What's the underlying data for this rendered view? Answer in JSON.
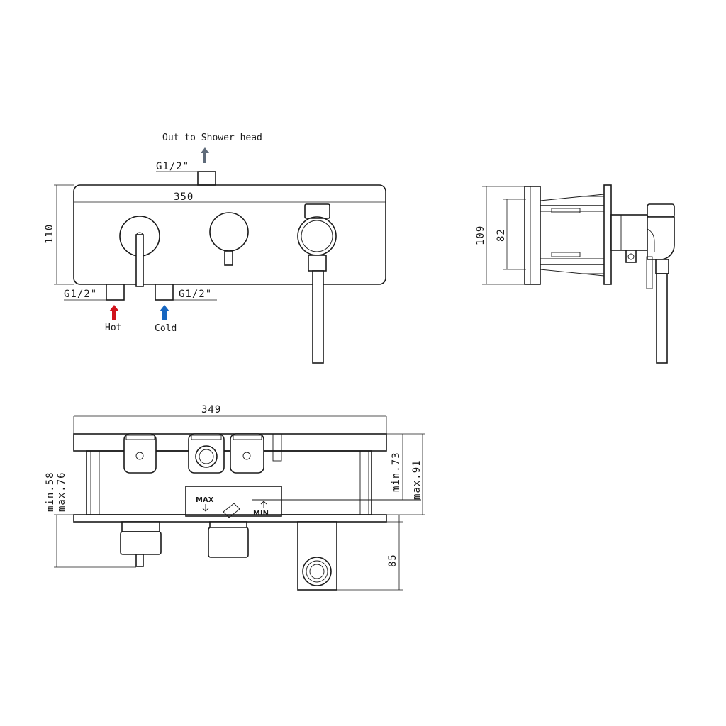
{
  "labels": {
    "outlet": "Out to Shower head",
    "outlet_thread": "G1/2\"",
    "hot_thread": "G1/2\"",
    "cold_thread": "G1/2\"",
    "hot": "Hot",
    "cold": "Cold",
    "max_mark": "MAX",
    "min_mark": "MIN"
  },
  "dimensions": {
    "front_width": "350",
    "front_height": "110",
    "side_height": "109",
    "side_inner": "82",
    "box_width": "349",
    "box_min_depth": "min.58",
    "box_max_depth": "max.76",
    "cover_min": "min.73",
    "cover_max": "max.91",
    "spout_projection": "85"
  },
  "colors": {
    "hot_arrow": "#d0121b",
    "cold_arrow": "#1565c0",
    "outlet_arrow": "#5f6b7a"
  },
  "icons": {
    "hot_arrow": "arrow-up-icon",
    "cold_arrow": "arrow-up-icon",
    "outlet_arrow": "arrow-up-icon"
  }
}
